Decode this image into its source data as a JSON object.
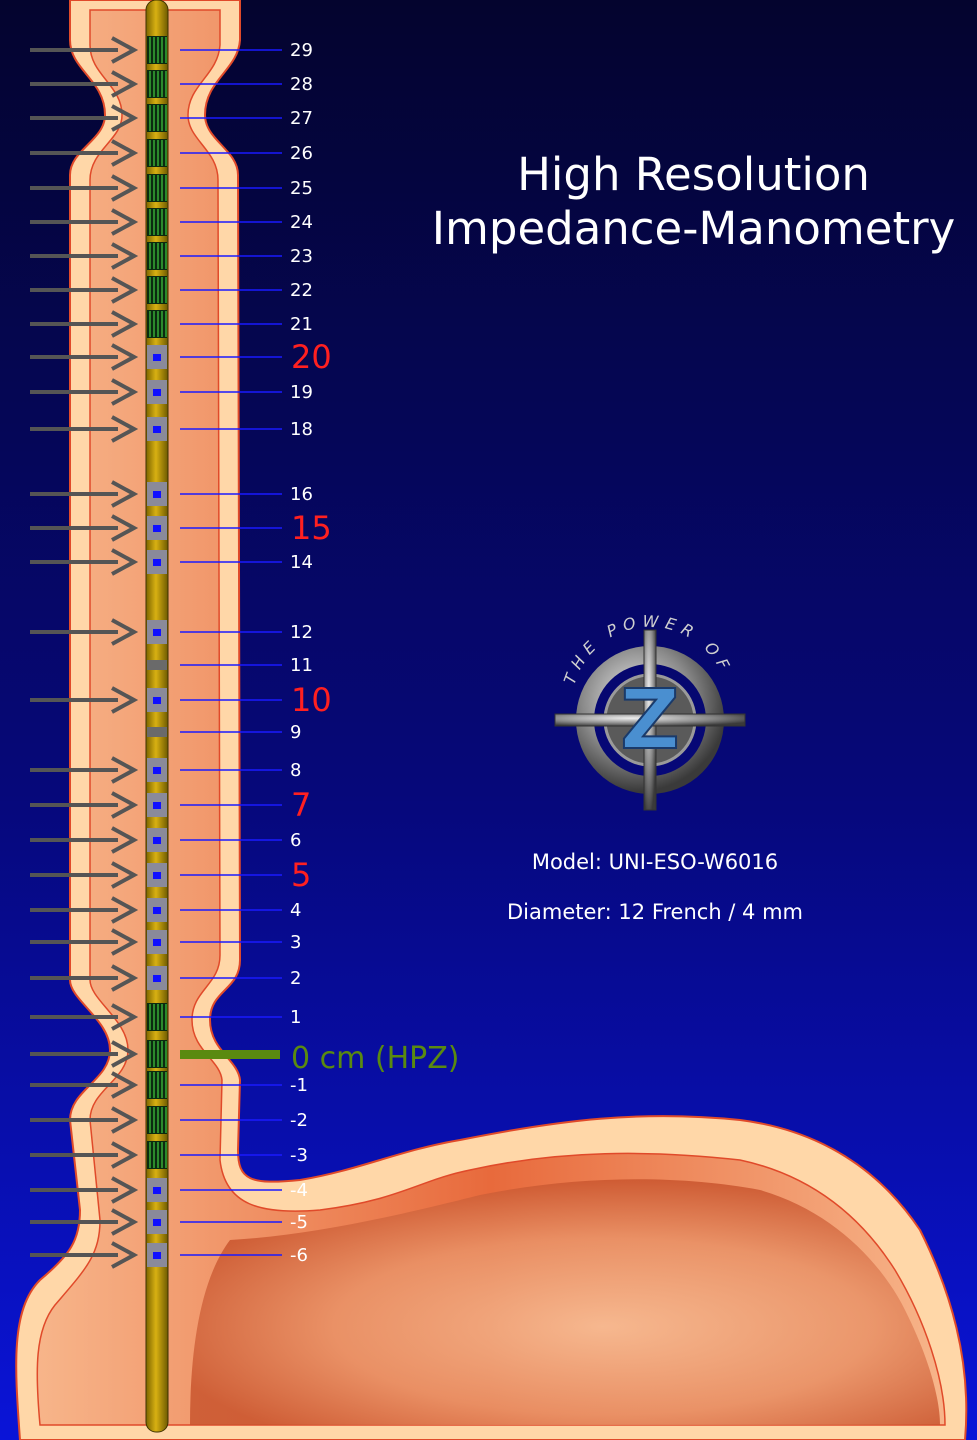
{
  "title": {
    "line1": "High Resolution",
    "line2": "Impedance-Manometry"
  },
  "logo": {
    "arc_text": "THE POWER OF",
    "letter": "Z"
  },
  "model_text": "Model: UNI-ESO-W6016",
  "diameter_text": "Diameter: 12 French / 4 mm",
  "hpz_label": "0 cm (HPZ)",
  "colors": {
    "highlight_label": "#ff2020",
    "normal_label": "#ffffff",
    "hpz": "#5a8a10",
    "leader_line": "#1a1aff",
    "arrow": "#555555",
    "tissue": "#f0a070",
    "wall": "#ffd7a8"
  },
  "sensors": [
    {
      "label": "29",
      "type": "pressure",
      "arrow": true,
      "highlight": false
    },
    {
      "label": "28",
      "type": "pressure",
      "arrow": true,
      "highlight": false
    },
    {
      "label": "27",
      "type": "pressure",
      "arrow": true,
      "highlight": false
    },
    {
      "label": "26",
      "type": "pressure",
      "arrow": true,
      "highlight": false
    },
    {
      "label": "25",
      "type": "pressure",
      "arrow": true,
      "highlight": false
    },
    {
      "label": "24",
      "type": "pressure",
      "arrow": true,
      "highlight": false
    },
    {
      "label": "23",
      "type": "pressure",
      "arrow": true,
      "highlight": false
    },
    {
      "label": "22",
      "type": "pressure",
      "arrow": true,
      "highlight": false
    },
    {
      "label": "21",
      "type": "pressure",
      "arrow": true,
      "highlight": false
    },
    {
      "label": "20",
      "type": "impedance",
      "arrow": true,
      "highlight": true
    },
    {
      "label": "19",
      "type": "impedance",
      "arrow": true,
      "highlight": false
    },
    {
      "label": "18",
      "type": "impedance",
      "arrow": true,
      "highlight": false
    },
    {
      "label": "16",
      "type": "impedance",
      "arrow": true,
      "highlight": false
    },
    {
      "label": "15",
      "type": "impedance",
      "arrow": true,
      "highlight": true
    },
    {
      "label": "14",
      "type": "impedance",
      "arrow": true,
      "highlight": false
    },
    {
      "label": "12",
      "type": "impedance",
      "arrow": true,
      "highlight": false
    },
    {
      "label": "11",
      "type": "ring",
      "arrow": false,
      "highlight": false
    },
    {
      "label": "10",
      "type": "impedance",
      "arrow": true,
      "highlight": true
    },
    {
      "label": "9",
      "type": "ring",
      "arrow": false,
      "highlight": false
    },
    {
      "label": "8",
      "type": "impedance",
      "arrow": true,
      "highlight": false
    },
    {
      "label": "7",
      "type": "impedance",
      "arrow": true,
      "highlight": true
    },
    {
      "label": "6",
      "type": "impedance",
      "arrow": true,
      "highlight": false
    },
    {
      "label": "5",
      "type": "impedance",
      "arrow": true,
      "highlight": true
    },
    {
      "label": "4",
      "type": "impedance",
      "arrow": true,
      "highlight": false
    },
    {
      "label": "3",
      "type": "impedance",
      "arrow": true,
      "highlight": false
    },
    {
      "label": "2",
      "type": "impedance",
      "arrow": true,
      "highlight": false
    },
    {
      "label": "1",
      "type": "pressure",
      "arrow": true,
      "highlight": false
    },
    {
      "label": "",
      "type": "pressure",
      "arrow": true,
      "highlight": false,
      "hpz": true
    },
    {
      "label": "-1",
      "type": "pressure",
      "arrow": true,
      "highlight": false
    },
    {
      "label": "-2",
      "type": "pressure",
      "arrow": true,
      "highlight": false
    },
    {
      "label": "-3",
      "type": "pressure",
      "arrow": true,
      "highlight": false
    },
    {
      "label": "-4",
      "type": "impedance",
      "arrow": true,
      "highlight": false
    },
    {
      "label": "-5",
      "type": "impedance",
      "arrow": true,
      "highlight": false
    },
    {
      "label": "-6",
      "type": "impedance",
      "arrow": true,
      "highlight": false
    }
  ]
}
